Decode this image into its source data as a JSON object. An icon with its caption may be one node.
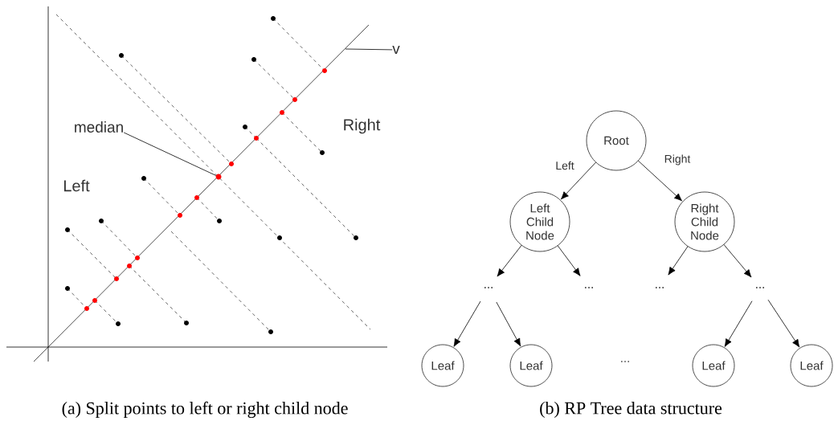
{
  "diagram": {
    "nodes": [
      {
        "text": [
          "median"
        ]
      },
      {
        "text": [],
        "shape": "circle"
      },
      {
        "text": [
          "v"
        ]
      },
      {
        "text": [
          "Root"
        ]
      },
      {
        "text": [
          "Left Child Node"
        ]
      },
      {
        "text": [
          "Right Child Node"
        ]
      },
      {
        "text": [
          "..."
        ]
      },
      {
        "text": [
          "..."
        ]
      },
      {
        "text": [
          "..."
        ]
      },
      {
        "text": [
          "..."
        ]
      },
      {
        "text": [
          "Leaf"
        ]
      },
      {
        "text": [
          "Leaf"
        ]
      },
      {
        "text": [
          "Leaf"
        ]
      },
      {
        "text": [
          "Leaf"
        ]
      }
    ],
    "edges": [
      {
        "from": 0,
        "to": 1,
        "arrow": "none"
      },
      {
        "from": 2,
        "to": null,
        "arrow": "none"
      },
      {
        "from": 3,
        "to": 4,
        "arrow": "to",
        "label": "Left"
      },
      {
        "from": 3,
        "to": 5,
        "arrow": "to",
        "label": "Right"
      },
      {
        "from": 4,
        "to": 6,
        "arrow": "to"
      },
      {
        "from": 4,
        "to": 7,
        "arrow": "to"
      },
      {
        "from": 5,
        "to": 8,
        "arrow": "to"
      },
      {
        "from": 5,
        "to": 9,
        "arrow": "to"
      },
      {
        "from": 6,
        "to": 10,
        "arrow": "to"
      },
      {
        "from": 6,
        "to": 11,
        "arrow": "to"
      },
      {
        "from": 9,
        "to": 12,
        "arrow": "to"
      },
      {
        "from": 9,
        "to": 13,
        "arrow": "to"
      }
    ],
    "labels": [
      "Left",
      "Right",
      "...",
      "(a) Split points to left or right child node",
      "(b) RP Tree data structure"
    ]
  }
}
